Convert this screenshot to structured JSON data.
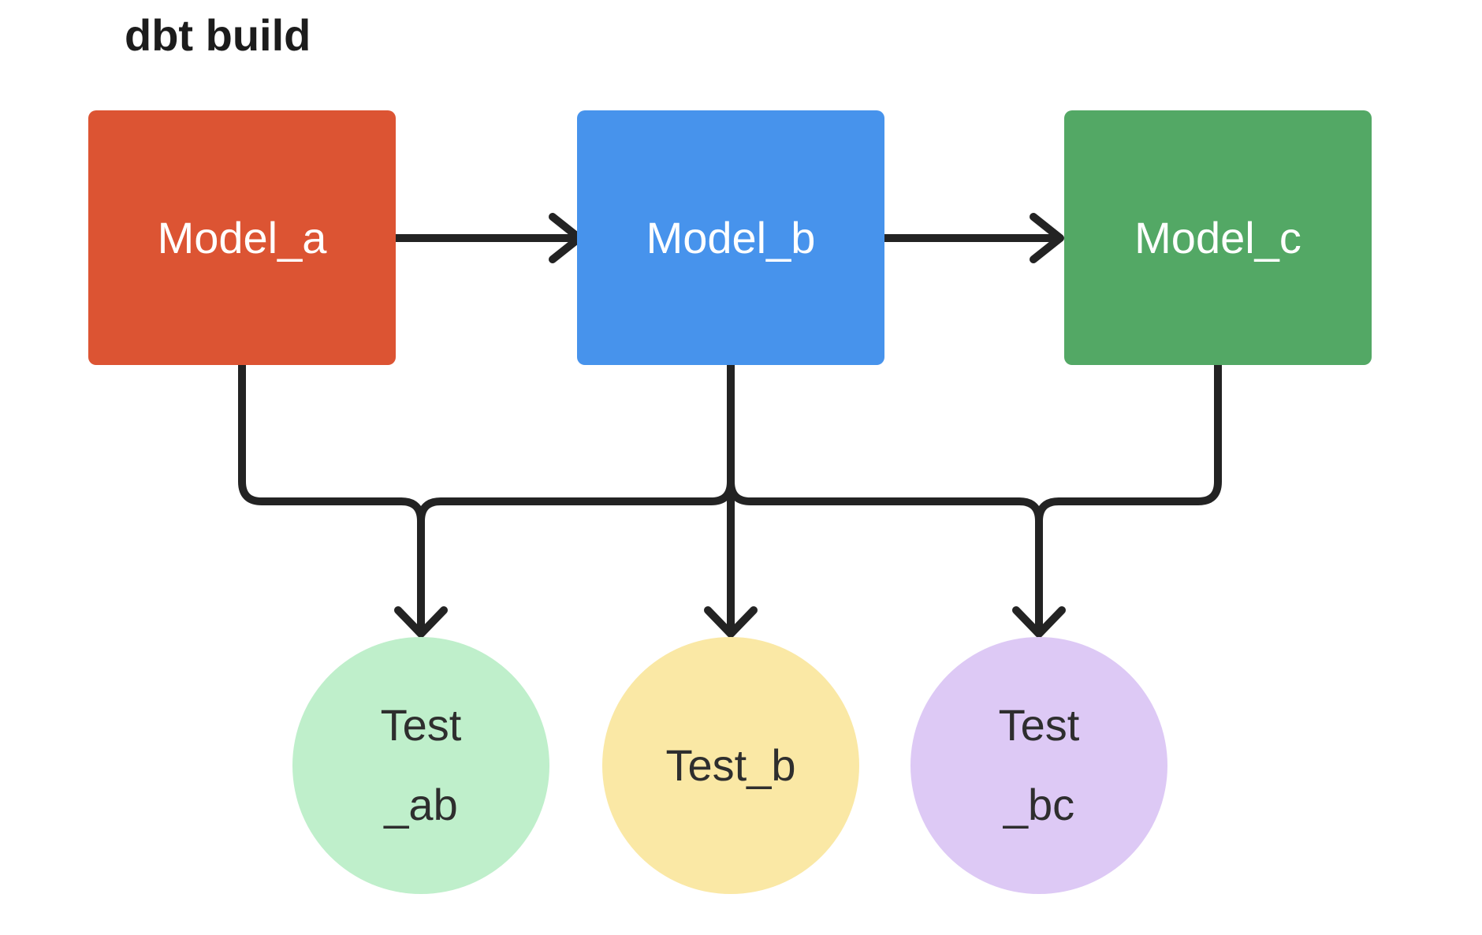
{
  "title": "dbt build",
  "colors": {
    "background": "#FFFFFF",
    "title_text": "#1C1C1C",
    "connector": "#232323",
    "model_a": "#DC5433",
    "model_b": "#4793EC",
    "model_c": "#53A865",
    "test_ab": "#BFEFCB",
    "test_b": "#FAE8A5",
    "test_bc": "#DDC9F5",
    "model_label_text": "#FFFFFF",
    "test_label_text": "#2E2E2E"
  },
  "nodes": {
    "model_a": {
      "label": "Model_a",
      "shape": "rectangle"
    },
    "model_b": {
      "label": "Model_b",
      "shape": "rectangle"
    },
    "model_c": {
      "label": "Model_c",
      "shape": "rectangle"
    },
    "test_ab": {
      "line1": "Test",
      "line2": "_ab",
      "shape": "circle"
    },
    "test_b": {
      "line1": "Test_b",
      "shape": "circle"
    },
    "test_bc": {
      "line1": "Test",
      "line2": "_bc",
      "shape": "circle"
    }
  },
  "edges": [
    {
      "from": "Model_a",
      "to": "Model_b"
    },
    {
      "from": "Model_b",
      "to": "Model_c"
    },
    {
      "from": "Model_a",
      "to": "Test_ab"
    },
    {
      "from": "Model_b",
      "to": "Test_ab"
    },
    {
      "from": "Model_b",
      "to": "Test_b"
    },
    {
      "from": "Model_b",
      "to": "Test_bc"
    },
    {
      "from": "Model_c",
      "to": "Test_bc"
    }
  ]
}
